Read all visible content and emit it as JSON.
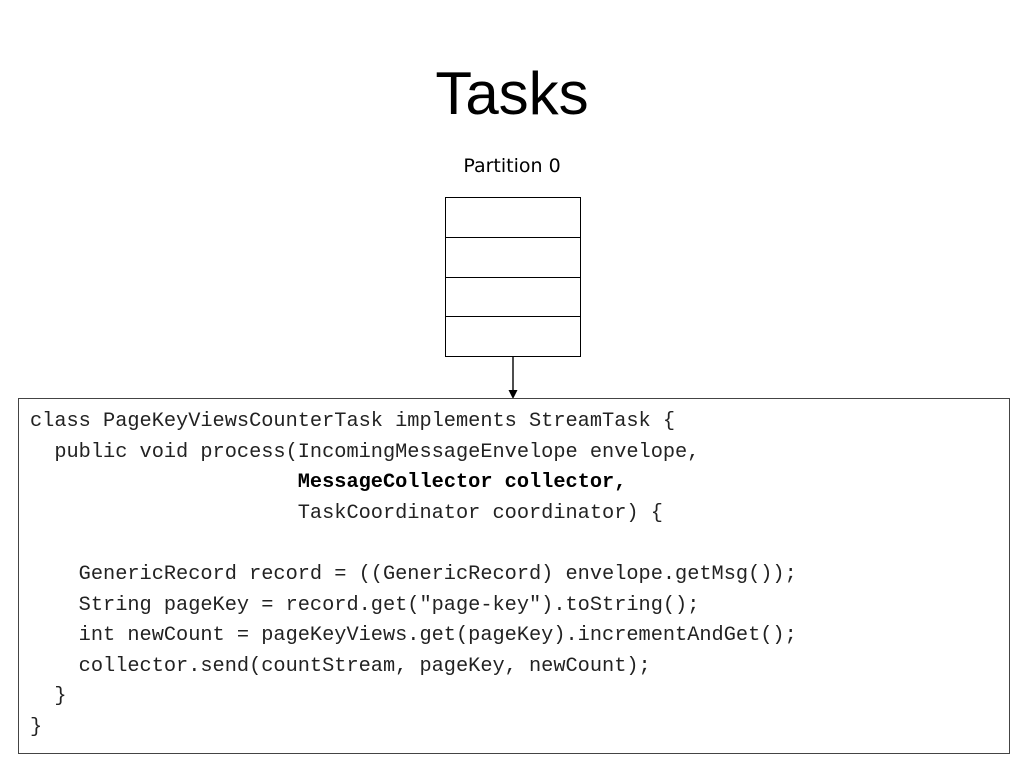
{
  "slide": {
    "title": "Tasks"
  },
  "diagram": {
    "partition_label": "Partition 0",
    "stack_cells": [
      "",
      "",
      "",
      ""
    ]
  },
  "code": {
    "line1": "class PageKeyViewsCounterTask implements StreamTask {",
    "line2": "  public void process(IncomingMessageEnvelope envelope,",
    "line3_indent": "                      ",
    "line3_bold": "MessageCollector collector",
    "line3_tail": ",",
    "line4": "                      TaskCoordinator coordinator) {",
    "line5": "",
    "line6": "    GenericRecord record = ((GenericRecord) envelope.getMsg());",
    "line7": "    String pageKey = record.get(\"page-key\").toString();",
    "line8": "    int newCount = pageKeyViews.get(pageKey).incrementAndGet();",
    "line9": "    collector.send(countStream, pageKey, newCount);",
    "line10": "  }",
    "line11": "}"
  }
}
